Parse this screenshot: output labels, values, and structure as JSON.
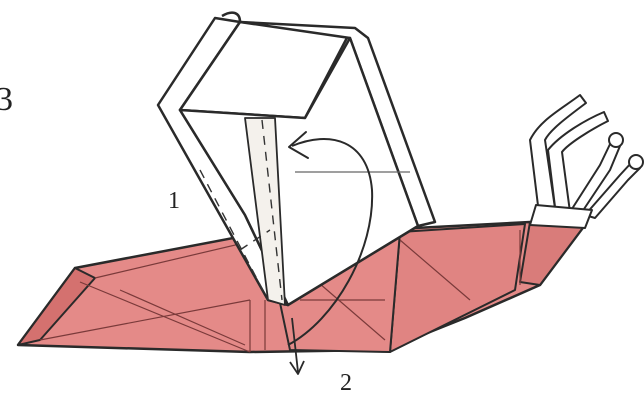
{
  "diagram": {
    "step_number": "3",
    "labels": {
      "fold_1": "1",
      "fold_2": "2"
    },
    "colors": {
      "paper_colored": "#e48a88",
      "paper_colored_dark": "#d4716f",
      "paper_white": "#ffffff",
      "outline": "#2a2a2a",
      "crease": "#7a3a3a"
    }
  }
}
